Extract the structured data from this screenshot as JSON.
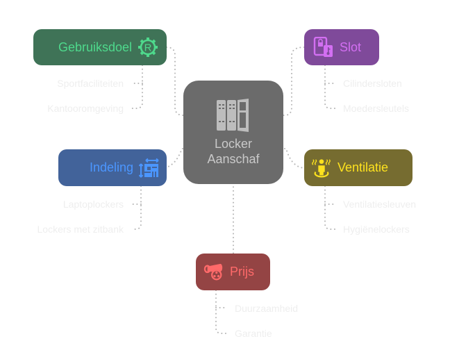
{
  "center": {
    "title_line1": "Locker",
    "title_line2": "Aanschaf",
    "icon": "locker-icon",
    "color": "#6b6b6b"
  },
  "branches": [
    {
      "id": "gebruiksdoel",
      "label": "Gebruiksdoel",
      "icon": "registered-gear-icon",
      "bg": "#3f7357",
      "fg": "#4ed98c",
      "leaves": [
        "Sportfaciliteiten",
        "Kantooromgeving"
      ]
    },
    {
      "id": "slot",
      "label": "Slot",
      "icon": "phone-lock-key-icon",
      "bg": "#7f4a9a",
      "fg": "#d36ff2",
      "leaves": [
        "Cilindersloten",
        "Moedersleutels"
      ]
    },
    {
      "id": "indeling",
      "label": "Indeling",
      "icon": "layout-dimensions-icon",
      "bg": "#42639a",
      "fg": "#4b96ff",
      "leaves": [
        "Laptoplockers",
        "Lockers met zitbank"
      ]
    },
    {
      "id": "ventilatie",
      "label": "Ventilatie",
      "icon": "person-steam-icon",
      "bg": "#766c30",
      "fg": "#fde21e",
      "leaves": [
        "Ventilatiesleuven",
        "Hygiënelockers"
      ]
    },
    {
      "id": "prijs",
      "label": "Prijs",
      "icon": "cannon-icon",
      "bg": "#944444",
      "fg": "#ff6a6a",
      "leaves": [
        "Duurzaamheid",
        "Garantie"
      ]
    }
  ]
}
